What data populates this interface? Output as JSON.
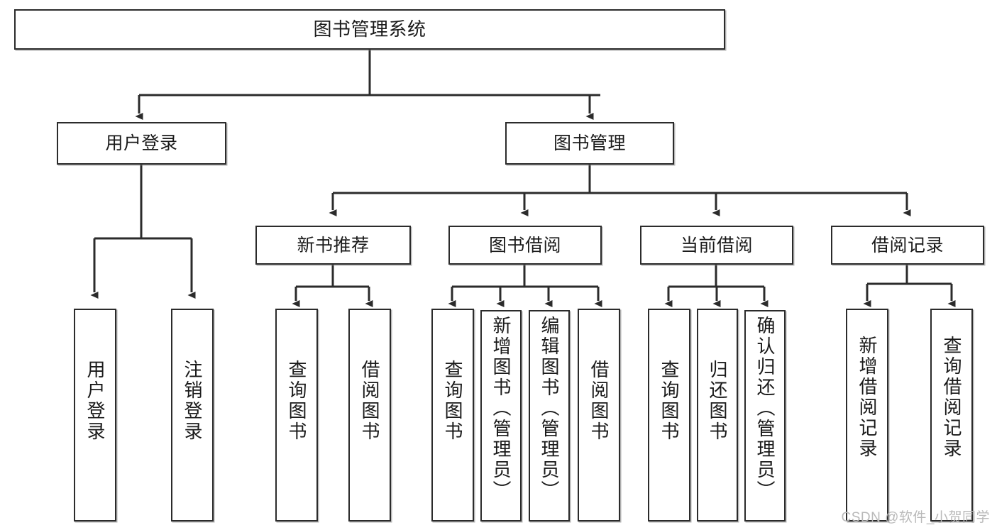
{
  "diagram": {
    "title": "图书管理系统",
    "type": "tree",
    "orientation": "top-down",
    "background_color": "#ffffff",
    "box_border_color": "#2b2b2b",
    "box_fill_color": "#ffffff",
    "edge_color": "#2b2b2b",
    "text_color": "#1a1a1a"
  },
  "nodes": {
    "root": {
      "label": "图书管理系统",
      "level": 1
    },
    "l2": [
      {
        "id": "user-login",
        "label": "用户登录",
        "level": 2
      },
      {
        "id": "book-manage",
        "label": "图书管理",
        "level": 2
      }
    ],
    "l3": [
      {
        "id": "new-book-recommend",
        "label": "新书推荐",
        "level": 3,
        "parent": "book-manage"
      },
      {
        "id": "book-borrow",
        "label": "图书借阅",
        "level": 3,
        "parent": "book-manage"
      },
      {
        "id": "current-borrow",
        "label": "当前借阅",
        "level": 3,
        "parent": "book-manage"
      },
      {
        "id": "borrow-record",
        "label": "借阅记录",
        "level": 3,
        "parent": "book-manage"
      }
    ],
    "leaves": [
      {
        "id": "leaf-user-login",
        "label": "用户登录",
        "parent": "user-login"
      },
      {
        "id": "leaf-user-logout",
        "label": "注销登录",
        "parent": "user-login"
      },
      {
        "id": "leaf-query-book-1",
        "label": "查询图书",
        "parent": "new-book-recommend"
      },
      {
        "id": "leaf-borrow-book-1",
        "label": "借阅图书",
        "parent": "new-book-recommend"
      },
      {
        "id": "leaf-query-book-2",
        "label": "查询图书",
        "parent": "book-borrow"
      },
      {
        "id": "leaf-add-book",
        "label": "新增图书（管理员）",
        "parent": "book-borrow"
      },
      {
        "id": "leaf-edit-book",
        "label": "编辑图书（管理员）",
        "parent": "book-borrow"
      },
      {
        "id": "leaf-borrow-book-2",
        "label": "借阅图书",
        "parent": "book-borrow"
      },
      {
        "id": "leaf-query-book-3",
        "label": "查询图书",
        "parent": "current-borrow"
      },
      {
        "id": "leaf-return-book",
        "label": "归还图书",
        "parent": "current-borrow"
      },
      {
        "id": "leaf-confirm-return",
        "label": "确认归还（管理员）",
        "parent": "current-borrow"
      },
      {
        "id": "leaf-add-record",
        "label": "新增借阅记录",
        "parent": "borrow-record"
      },
      {
        "id": "leaf-query-record",
        "label": "查询借阅记录",
        "parent": "borrow-record"
      }
    ]
  },
  "watermark": {
    "text": "CSDN @软件_小贺同学",
    "color": "#b9b9b9"
  }
}
